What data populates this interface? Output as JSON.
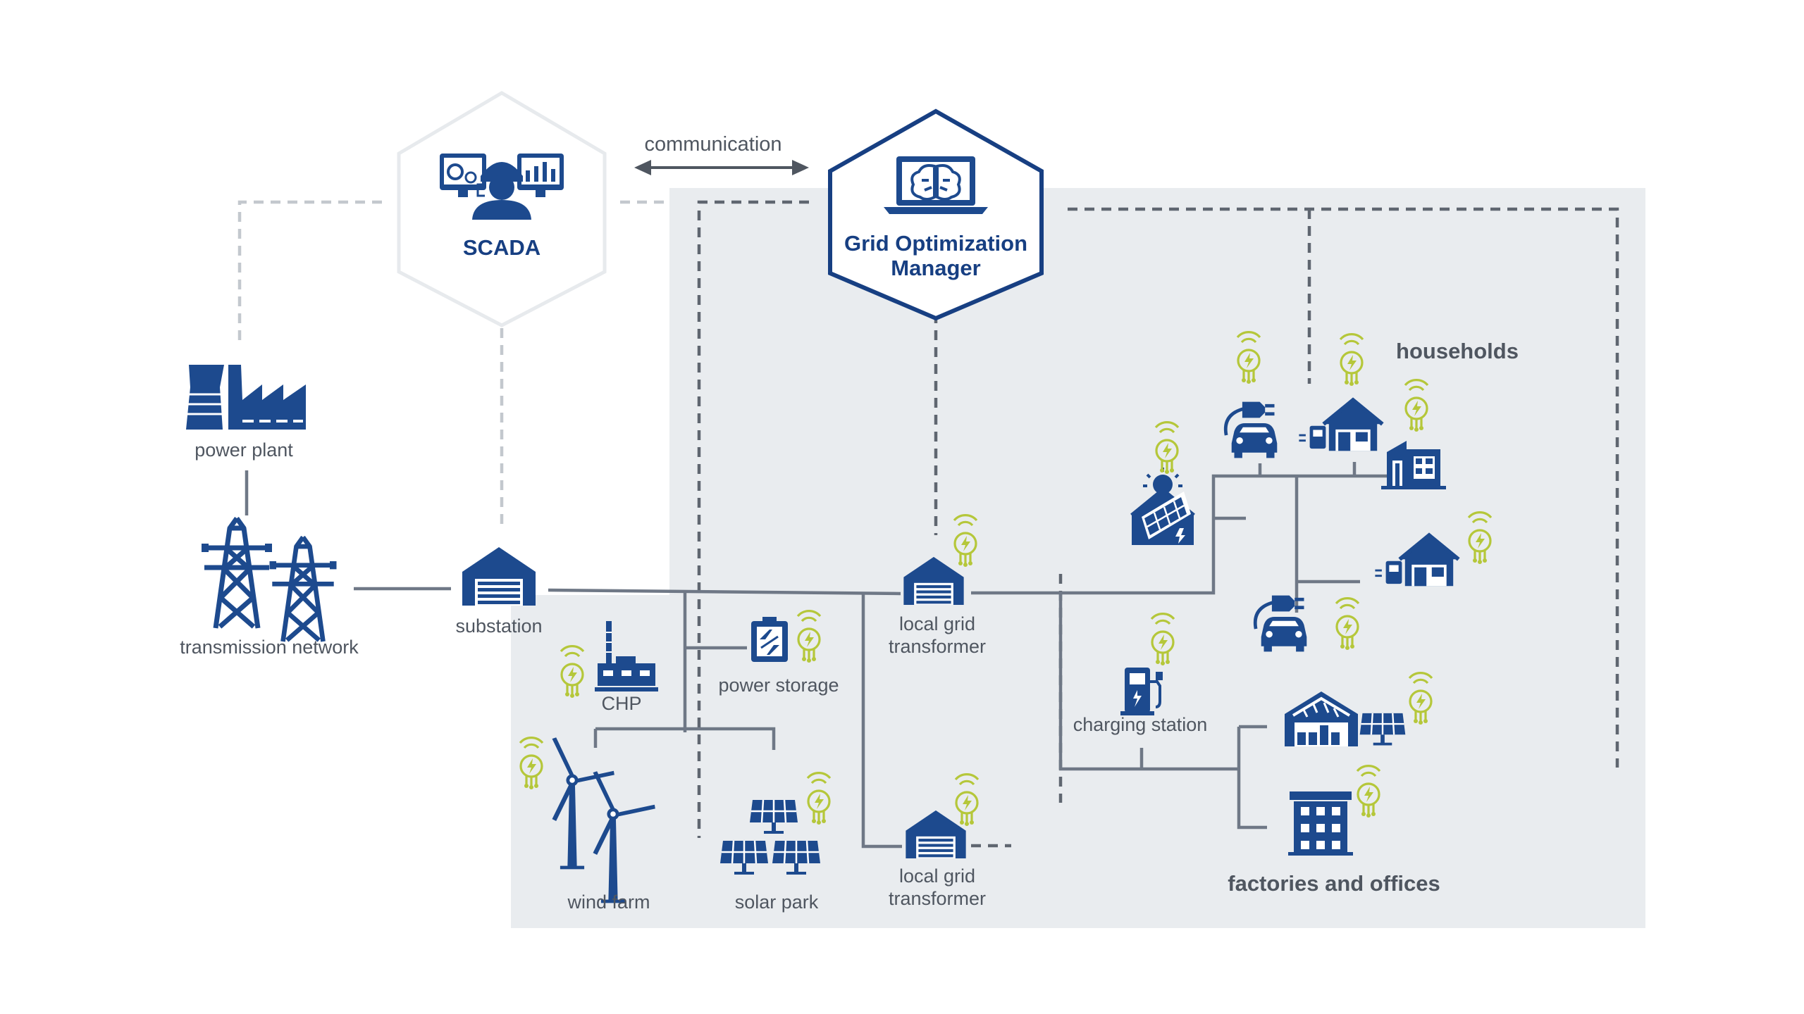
{
  "labels": {
    "communication": "communication",
    "scada": "SCADA",
    "gom_line1": "Grid Optimization",
    "gom_line2": "Manager",
    "power_plant": "power plant",
    "transmission_network": "transmission network",
    "substation": "substation",
    "chp": "CHP",
    "power_storage": "power storage",
    "local_grid_transformer_1a": "local grid",
    "local_grid_transformer_1b": "transformer",
    "local_grid_transformer_2a": "local grid",
    "local_grid_transformer_2b": "transformer",
    "wind_farm": "wind farm",
    "solar_park": "solar park",
    "charging_station": "charging station",
    "households": "households",
    "factories_and_offices": "factories and offices"
  },
  "colors": {
    "icon_blue": "#1d4a8e",
    "title_blue": "#173f82",
    "sensor_green": "#b5c73a",
    "grid_gray": "#6f7886",
    "panel_bg": "#e9ecef",
    "dash_dark": "#5f6670",
    "dash_light": "#c3c8ce"
  },
  "icons": {
    "scada": "scada-operator-icon",
    "gom": "laptop-brain-icon",
    "sensor": "smart-meter-sensor-icon",
    "power_plant": "power-plant-icon",
    "pylon": "transmission-pylon-icon",
    "substation": "substation-building-icon",
    "chp": "chp-plant-icon",
    "storage": "battery-storage-icon",
    "wind": "wind-turbine-icon",
    "solar": "solar-panel-icon",
    "ev": "electric-car-icon",
    "house": "house-icon",
    "charging": "charging-station-icon",
    "factory": "factory-icon",
    "office": "office-building-icon"
  }
}
